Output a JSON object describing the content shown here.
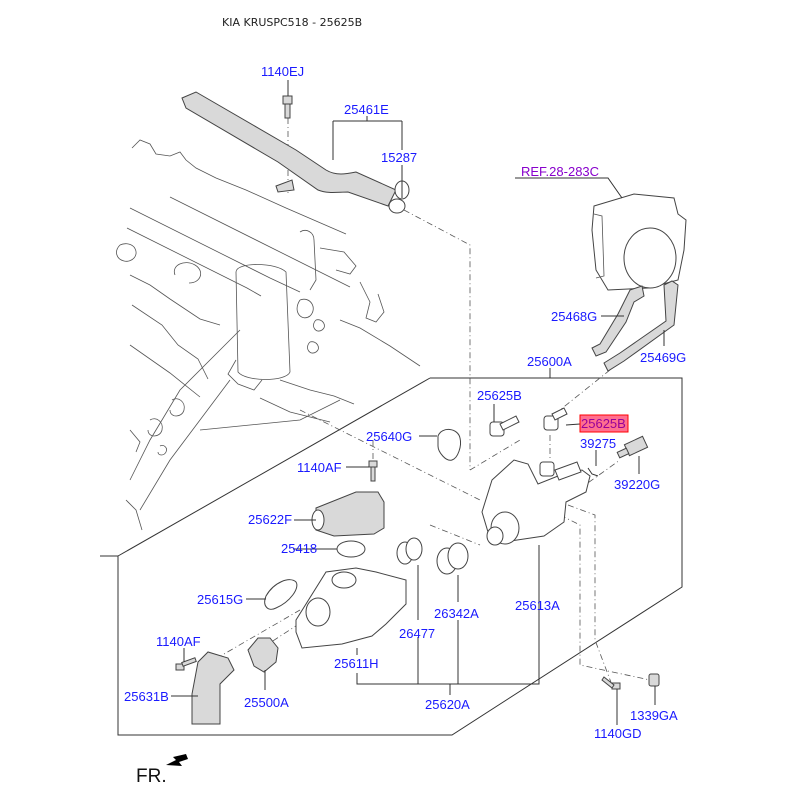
{
  "title": "KIA KRUSPC518 - 25625B",
  "direction_label": "FR.",
  "highlight_color": "#ff6f8f",
  "highlight_border": "#ff0000",
  "label_color": "#1a1aff",
  "ref_color": "#8800cc",
  "highlighted_part": "25625B",
  "labels": {
    "p1140EJ": "1140EJ",
    "p25461E": "25461E",
    "p15287": "15287",
    "ref28283C": "REF.28-283C",
    "p25468G": "25468G",
    "p25469G": "25469G",
    "p25600A": "25600A",
    "p25625B_left": "25625B",
    "p25625B_right": "25625B",
    "p25640G": "25640G",
    "p39275": "39275",
    "p39220G": "39220G",
    "p1140AF_top": "1140AF",
    "p25622F": "25622F",
    "p25418": "25418",
    "p25615G": "25615G",
    "p26477": "26477",
    "p26342A": "26342A",
    "p25613A": "25613A",
    "p1140AF_bottom": "1140AF",
    "p25611H": "25611H",
    "p25631B": "25631B",
    "p25500A": "25500A",
    "p25620A": "25620A",
    "p1140GD": "1140GD",
    "p1339GA": "1339GA"
  }
}
